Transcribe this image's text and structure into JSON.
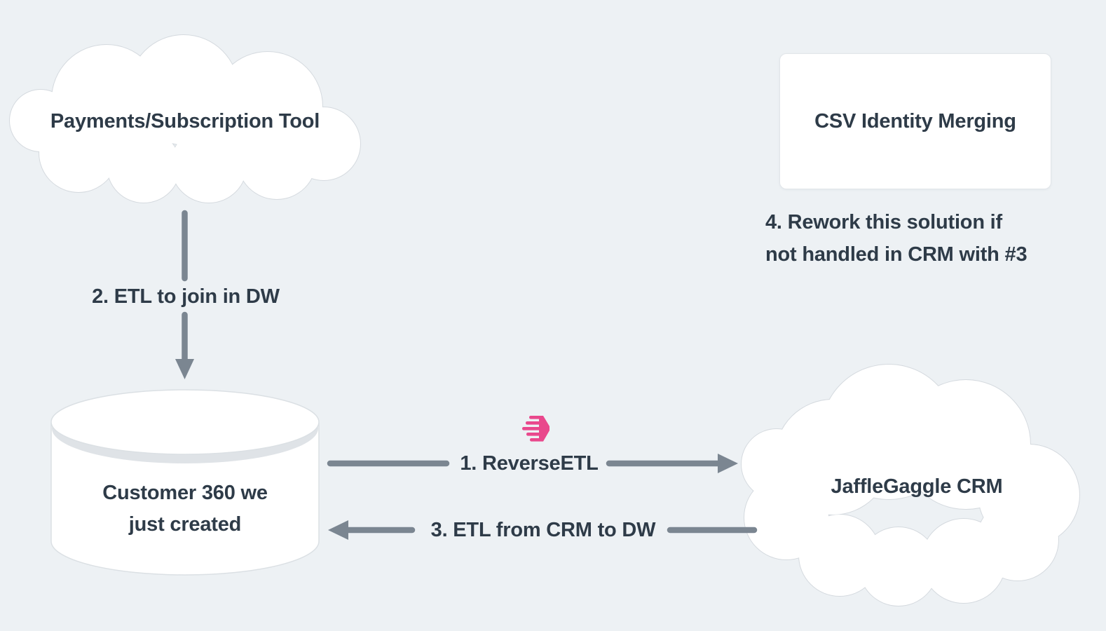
{
  "colors": {
    "background": "#edf1f4",
    "node_fill": "#ffffff",
    "node_border": "#d5dadf",
    "text": "#2e3b48",
    "arrow": "#7b8691",
    "logo_pink": "#e9488c"
  },
  "nodes": {
    "payments_cloud": {
      "shape": "cloud",
      "label": "Payments/Subscription Tool"
    },
    "csv_box": {
      "shape": "rounded-rect",
      "label": "CSV Identity Merging"
    },
    "customer360_db": {
      "shape": "cylinder",
      "label_lines": [
        "Customer 360 we",
        "just created"
      ]
    },
    "crm_cloud": {
      "shape": "cloud",
      "label": "JaffleGaggle CRM"
    }
  },
  "edges": {
    "etl_to_dw": {
      "label": "2. ETL to join in DW",
      "direction": "down"
    },
    "reverse_etl": {
      "label": "1. ReverseETL",
      "direction": "right"
    },
    "etl_from_crm": {
      "label": "3. ETL from CRM to DW",
      "direction": "left"
    }
  },
  "annotations": {
    "note4": {
      "lines": [
        "4. Rework this solution if",
        "not handled in CRM with #3"
      ]
    }
  },
  "icons": {
    "reverse_etl_logo": "hightouch-arrow-icon"
  }
}
